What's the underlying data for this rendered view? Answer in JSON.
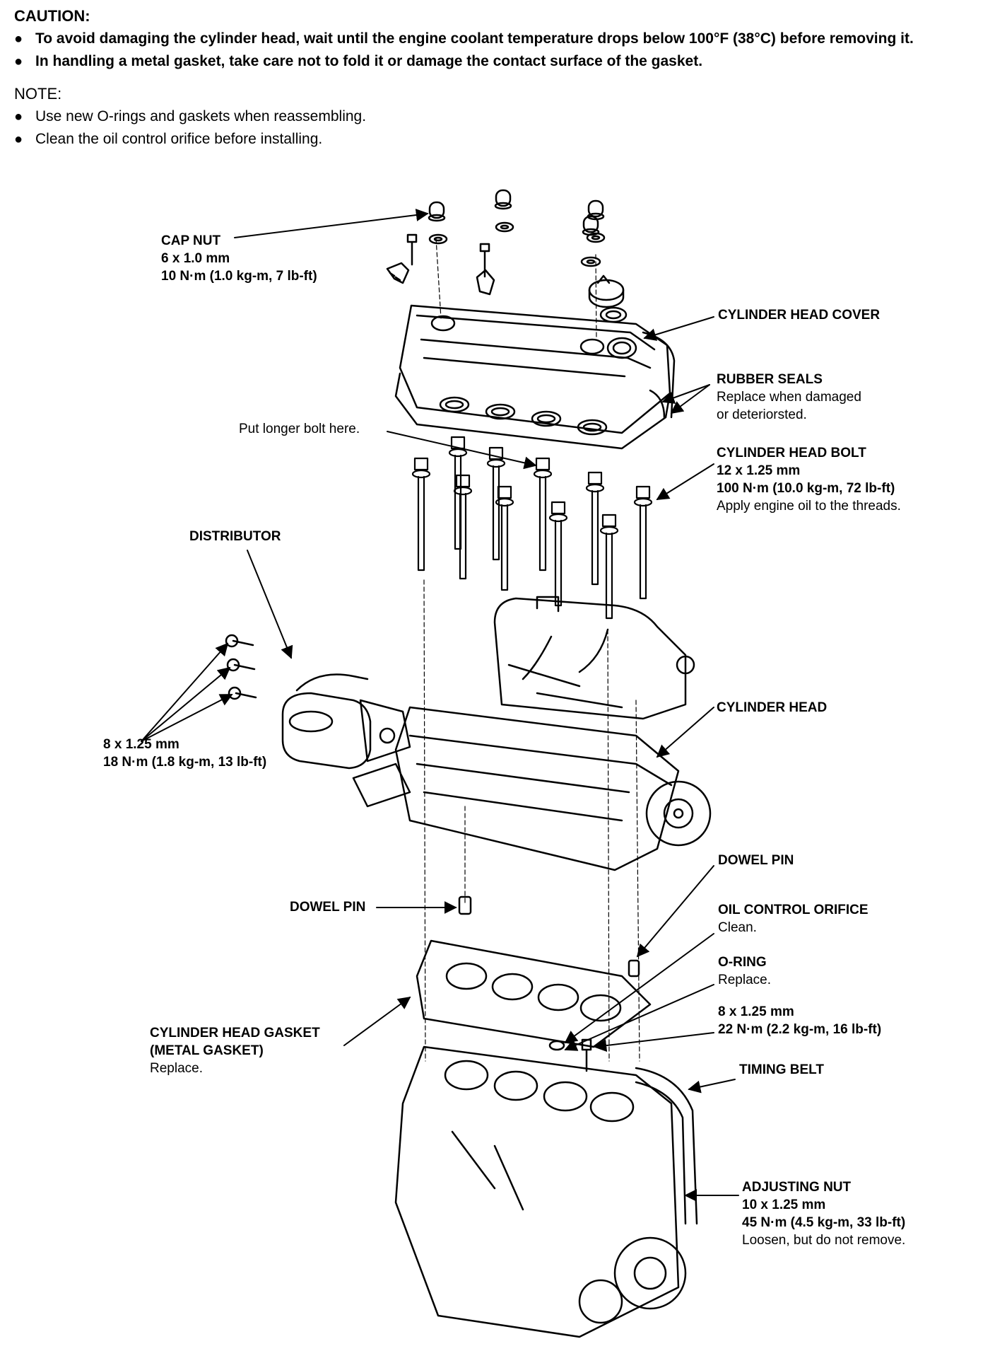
{
  "caution": {
    "title": "CAUTION:",
    "items": [
      "To avoid damaging the cylinder head, wait until the engine coolant temperature drops below 100°F (38°C) before removing it.",
      "In handling a metal gasket, take care not to fold it or damage the contact surface of the gasket."
    ]
  },
  "note": {
    "title": "NOTE:",
    "items": [
      "Use new O-rings and gaskets when reassembling.",
      "Clean the oil control orifice before installing."
    ]
  },
  "labels": {
    "cap_nut": {
      "title": "CAP NUT",
      "spec1": "6 x 1.0 mm",
      "spec2": "10 N·m (1.0 kg-m, 7 lb-ft)"
    },
    "cylinder_head_cover": {
      "title": "CYLINDER HEAD COVER"
    },
    "rubber_seals": {
      "title": "RUBBER SEALS",
      "desc1": "Replace when damaged",
      "desc2": "or deteriorsted."
    },
    "longer_bolt": {
      "text": "Put longer bolt here."
    },
    "cylinder_head_bolt": {
      "title": "CYLINDER HEAD BOLT",
      "spec1": "12 x 1.25 mm",
      "spec2": "100 N·m (10.0 kg-m, 72 lb-ft)",
      "desc": "Apply engine oil to the threads."
    },
    "distributor": {
      "title": "DISTRIBUTOR"
    },
    "distributor_bolts": {
      "spec1": "8 x 1.25 mm",
      "spec2": "18 N·m (1.8 kg-m, 13 lb-ft)"
    },
    "cylinder_head": {
      "title": "CYLINDER HEAD"
    },
    "dowel_pin_right": {
      "title": "DOWEL PIN"
    },
    "dowel_pin_left": {
      "title": "DOWEL PIN"
    },
    "oil_control_orifice": {
      "title": "OIL CONTROL ORIFICE",
      "desc": "Clean."
    },
    "o_ring": {
      "title": "O-RING",
      "desc": "Replace."
    },
    "orifice_bolt": {
      "spec1": "8 x 1.25 mm",
      "spec2": "22 N·m (2.2 kg-m, 16 lb-ft)"
    },
    "gasket": {
      "title1": "CYLINDER HEAD GASKET",
      "title2": "(METAL GASKET)",
      "desc": "Replace."
    },
    "timing_belt": {
      "title": "TIMING BELT"
    },
    "adjusting_nut": {
      "title": "ADJUSTING NUT",
      "spec1": "10 x 1.25 mm",
      "spec2": "45 N·m (4.5 kg-m, 33 lb-ft)",
      "desc": "Loosen, but do not remove."
    }
  }
}
